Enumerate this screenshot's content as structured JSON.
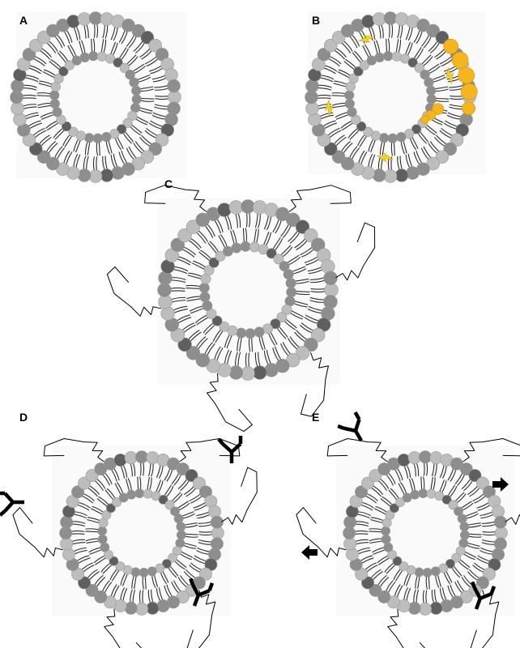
{
  "panels": [
    {
      "id": "A",
      "label": "A",
      "pegylated": false,
      "drug_loaded": false,
      "antibody_count": 0,
      "arrow_count": 0
    },
    {
      "id": "B",
      "label": "B",
      "pegylated": false,
      "drug_loaded": true,
      "antibody_count": 0,
      "arrow_count": 0
    },
    {
      "id": "C",
      "label": "C",
      "pegylated": true,
      "drug_loaded": false,
      "antibody_count": 0,
      "arrow_count": 0
    },
    {
      "id": "D",
      "label": "D",
      "pegylated": true,
      "drug_loaded": false,
      "antibody_count": 3,
      "arrow_count": 0
    },
    {
      "id": "E",
      "label": "E",
      "pegylated": true,
      "drug_loaded": false,
      "antibody_count": 2,
      "arrow_count": 2
    }
  ],
  "colors": {
    "head_light": "#bdbdbd",
    "head_mid": "#8e8e8e",
    "head_dark": "#5f5f5f",
    "tail": "#2e2e2e",
    "drug": "#f5b51c",
    "peg_line": "#000000",
    "antibody": "#000000"
  },
  "icons": [
    "liposome-icon",
    "peg-chain-icon",
    "antibody-icon",
    "arrow-icon",
    "drug-molecule-icon"
  ]
}
